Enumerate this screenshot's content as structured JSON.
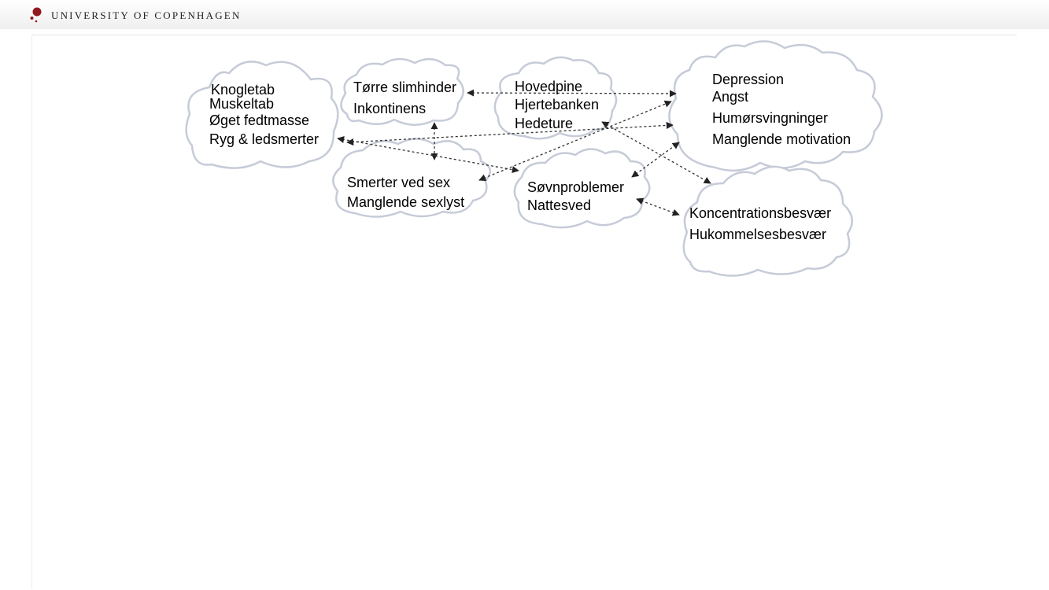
{
  "header": {
    "brand": "UNIVERSITY OF COPENHAGEN",
    "accent_color": "#901a1e"
  },
  "clouds": {
    "bone": [
      "Knogletab",
      "Muskeltab",
      "Øget fedtmasse",
      "Ryg & ledsmerter"
    ],
    "mucosa": [
      "Tørre slimhinder",
      "Inkontinens"
    ],
    "vasomotor": [
      "Hovedpine",
      "Hjertebanken",
      "Hedeture"
    ],
    "mood": [
      "Depression",
      "Angst",
      "Humørsvingninger",
      "Manglende motivation"
    ],
    "sex": [
      "Smerter ved sex",
      "Manglende sexlyst"
    ],
    "sleep": [
      "Søvnproblemer",
      "Nattesved"
    ],
    "cognition": [
      "Koncentrationsbesvær",
      "Hukommelsesbesvær"
    ]
  },
  "connections": [
    [
      "mucosa",
      "mood"
    ],
    [
      "mucosa",
      "sex"
    ],
    [
      "bone",
      "mood"
    ],
    [
      "bone",
      "sleep"
    ],
    [
      "sex",
      "mood"
    ],
    [
      "vasomotor",
      "cognition"
    ],
    [
      "sleep",
      "mood"
    ],
    [
      "sleep",
      "cognition"
    ]
  ]
}
